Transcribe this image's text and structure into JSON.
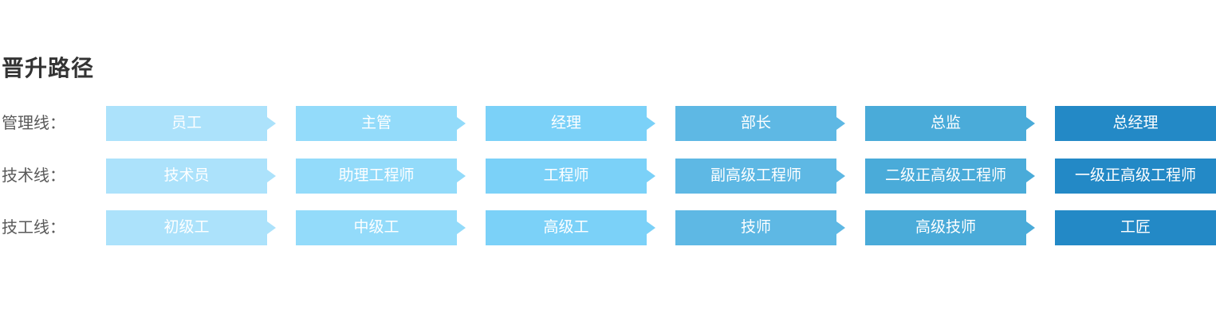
{
  "page": {
    "title": "晋升路径",
    "background": "#ffffff",
    "title_color": "#333333",
    "label_color": "#595959",
    "stage_text_color": "#ffffff"
  },
  "palette": [
    "#ace2fb",
    "#93dbfa",
    "#7bd1f8",
    "#5eb8e4",
    "#4aabd9",
    "#2389c6"
  ],
  "rows": [
    {
      "label": "管理线：",
      "stages": [
        "员工",
        "主管",
        "经理",
        "部长",
        "总监",
        "总经理"
      ]
    },
    {
      "label": "技术线：",
      "stages": [
        "技术员",
        "助理工程师",
        "工程师",
        "副高级工程师",
        "二级正高级工程师",
        "一级正高级工程师"
      ]
    },
    {
      "label": "技工线：",
      "stages": [
        "初级工",
        "中级工",
        "高级工",
        "技师",
        "高级技师",
        "工匠"
      ]
    }
  ]
}
